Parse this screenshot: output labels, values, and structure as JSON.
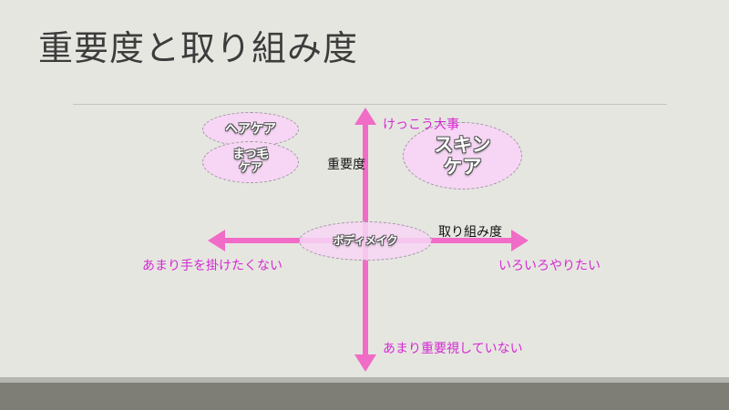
{
  "slide": {
    "title": "重要度と取り組み度"
  },
  "axes": {
    "y_label": "重要度",
    "x_label": "取り組み度",
    "top_label": "けっこう大事",
    "bottom_label": "あまり重要視していない",
    "left_label": "あまり手を掛けたくない",
    "right_label": "いろいろやりたい",
    "arrow_color": "#f06cc6"
  },
  "items": {
    "hair_care": "ヘアケア",
    "eyelash_care": "まつ毛\nケア",
    "skin_care": "スキン\nケア",
    "body_make": "ボディメイク"
  },
  "colors": {
    "background": "#e6e6e1",
    "ellipse_fill": "#f7d6f5",
    "label_pink": "#d42ad1"
  }
}
